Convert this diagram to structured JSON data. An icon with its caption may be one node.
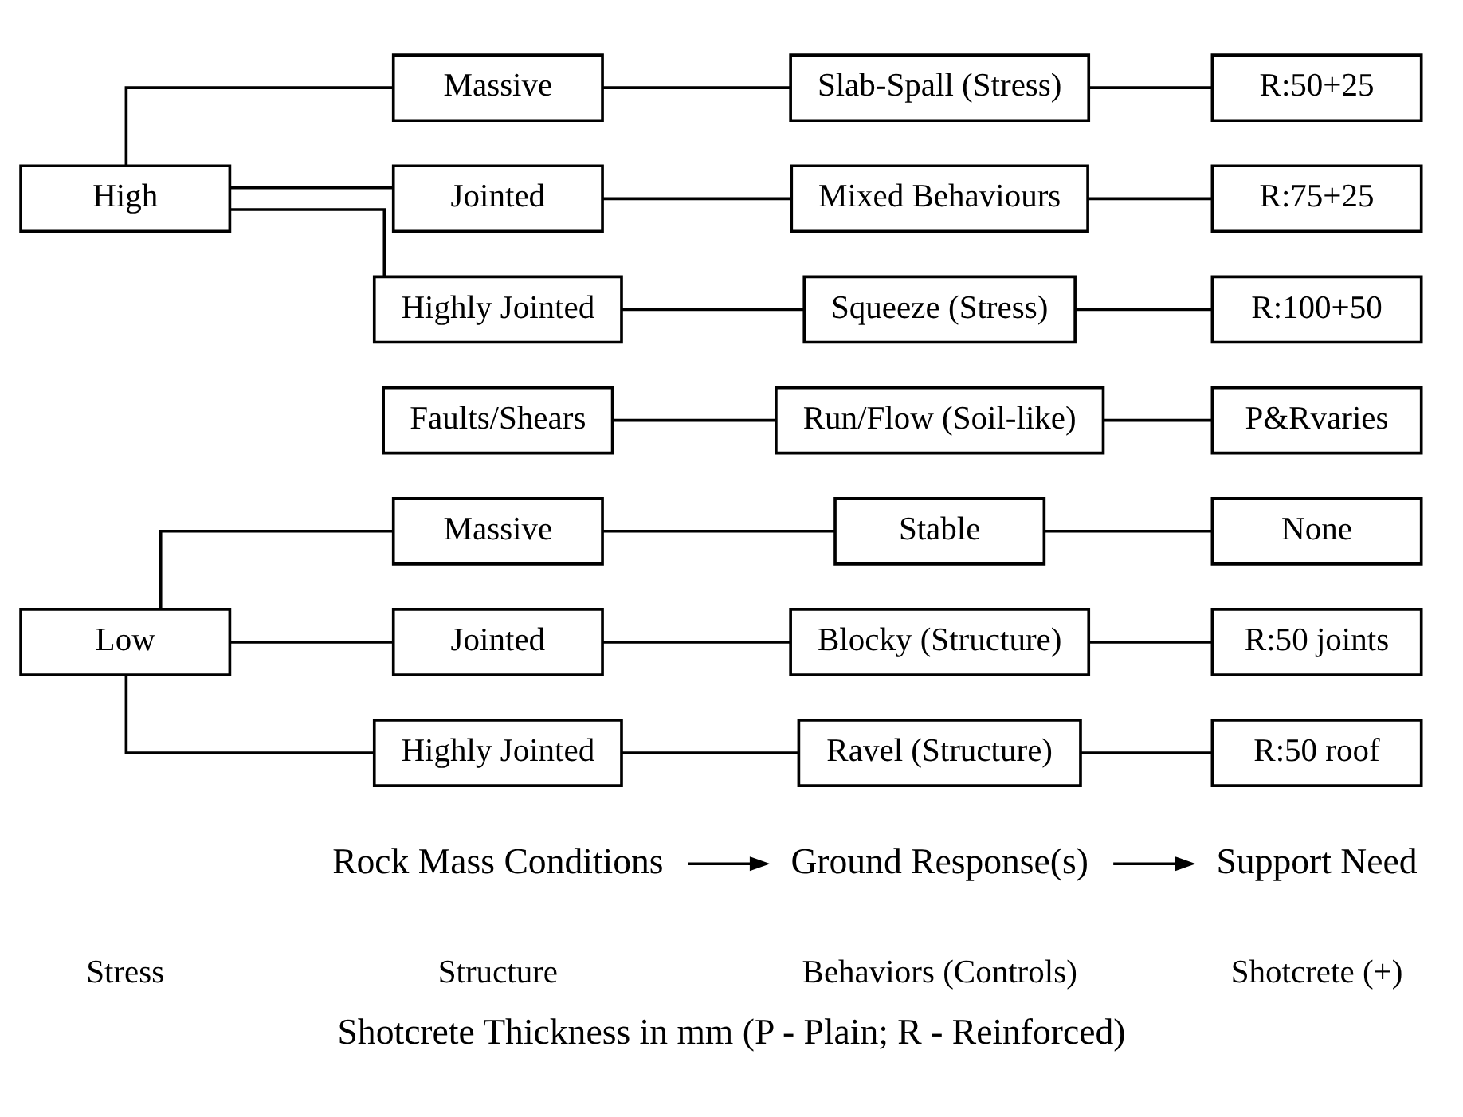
{
  "diagram": {
    "caption": "Shotcrete Thickness in mm (P - Plain; R - Reinforced)",
    "nodes": [
      {
        "text": [
          "Rock Mass Conditions"
        ]
      },
      {
        "text": [
          "Ground Response(s)"
        ]
      },
      {
        "text": [
          "Support Need"
        ]
      },
      {
        "text": [
          "Low"
        ]
      },
      {
        "text": [
          "Massive"
        ]
      },
      {
        "text": [
          "Stable"
        ]
      },
      {
        "text": [
          "None"
        ]
      },
      {
        "text": [
          "Jointed"
        ]
      },
      {
        "text": [
          "Blocky (Structure)"
        ]
      },
      {
        "text": [
          "R:50 joints"
        ]
      },
      {
        "text": [
          "Highly Jointed"
        ]
      },
      {
        "text": [
          "Ravel (Structure)"
        ]
      },
      {
        "text": [
          "R:50 roof"
        ]
      },
      {
        "text": [
          "High"
        ]
      },
      {
        "text": [
          "Massive"
        ]
      },
      {
        "text": [
          "Slab-Spall (Stress)"
        ]
      },
      {
        "text": [
          "R:50+25"
        ]
      },
      {
        "text": [
          "Jointed"
        ]
      },
      {
        "text": [
          "Mixed Behaviours"
        ]
      },
      {
        "text": [
          "R:75+25"
        ]
      },
      {
        "text": [
          "Highly Jointed"
        ]
      },
      {
        "text": [
          "Squeeze (Stress)"
        ]
      },
      {
        "text": [
          "R:100+50"
        ]
      },
      {
        "text": [
          "Faults/Shears"
        ]
      },
      {
        "text": [
          "Run/Flow (Soil-like)"
        ]
      },
      {
        "text": [
          "P&Rvaries"
        ]
      }
    ],
    "edges": [
      {
        "from": 0,
        "to": 1,
        "arrow": "to"
      },
      {
        "from": 1,
        "to": 2,
        "arrow": "to"
      },
      {
        "from": 3,
        "to": 4,
        "arrow": "none"
      },
      {
        "from": 4,
        "to": 5,
        "arrow": "none"
      },
      {
        "from": 5,
        "to": 6,
        "arrow": "none"
      },
      {
        "from": 3,
        "to": 7,
        "arrow": "none"
      },
      {
        "from": 7,
        "to": 8,
        "arrow": "none"
      },
      {
        "from": 8,
        "to": 9,
        "arrow": "none"
      },
      {
        "from": 3,
        "to": 10,
        "arrow": "none"
      },
      {
        "from": 10,
        "to": 11,
        "arrow": "none"
      },
      {
        "from": 11,
        "to": 12,
        "arrow": "none"
      },
      {
        "from": 13,
        "to": 14,
        "arrow": "none"
      },
      {
        "from": 14,
        "to": 15,
        "arrow": "none"
      },
      {
        "from": 15,
        "to": 16,
        "arrow": "none"
      },
      {
        "from": 13,
        "to": 17,
        "arrow": "none"
      },
      {
        "from": 17,
        "to": 18,
        "arrow": "none"
      },
      {
        "from": 18,
        "to": 19,
        "arrow": "none"
      },
      {
        "from": 13,
        "to": 20,
        "arrow": "none"
      },
      {
        "from": 20,
        "to": 21,
        "arrow": "none"
      },
      {
        "from": 21,
        "to": 22,
        "arrow": "none"
      },
      {
        "from": 23,
        "to": 24,
        "arrow": "none"
      },
      {
        "from": 24,
        "to": 25,
        "arrow": "none"
      }
    ],
    "labels": [
      "Stress",
      "Structure",
      "Behaviors (Controls)",
      "Shotcrete (+)"
    ]
  }
}
